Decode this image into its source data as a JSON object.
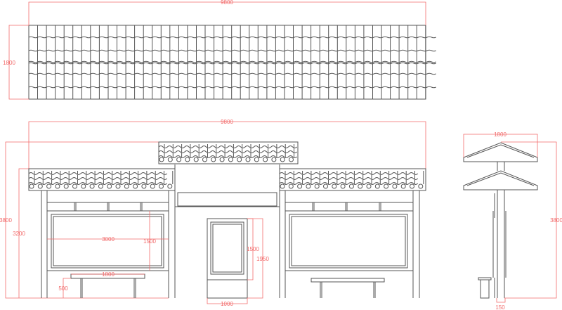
{
  "drawing": {
    "plan_view": {
      "width_dim": "9800",
      "depth_dim": "1800"
    },
    "front_elevation": {
      "width_dim": "9800",
      "total_height_dim": "3800",
      "eave_height_dim": "3200",
      "panel_width_dim": "3000",
      "panel_height_dim": "1500",
      "bench_length_dim": "1800",
      "bench_height_dim": "500",
      "kiosk_screen_height_dim": "1500",
      "kiosk_height_dim": "1950",
      "kiosk_width_dim": "1000"
    },
    "side_elevation": {
      "roof_width_dim": "1800",
      "height_dim": "3800",
      "post_width_dim": "150"
    },
    "colors": {
      "line": "#555555",
      "dimension": "#f26b6b"
    }
  }
}
